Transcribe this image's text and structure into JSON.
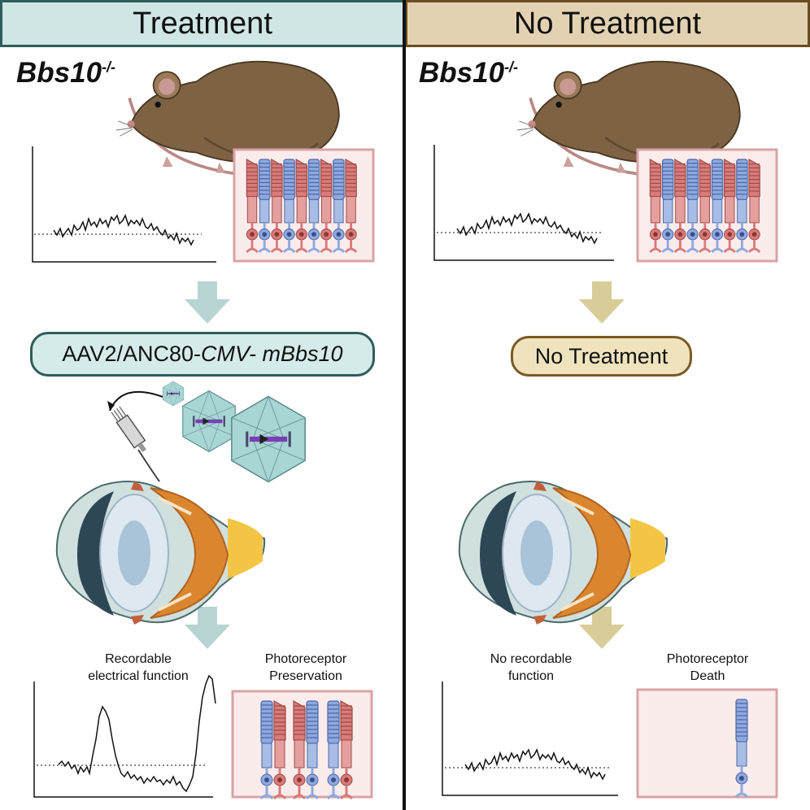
{
  "headers": {
    "left": "Treatment",
    "right": "No Treatment",
    "left_colors": {
      "fill": "#cfe6e4",
      "border": "#2f5d5a"
    },
    "right_colors": {
      "fill": "#e3d2b2",
      "border": "#6b4d22"
    }
  },
  "genotype": {
    "name": "Bbs10",
    "superscript": "-/-"
  },
  "treatment_pill": {
    "prefix": "AAV2/ANC80-",
    "promoter": "CMV-",
    "gene": " mBbs10"
  },
  "no_treatment_pill": {
    "label": "No Treatment"
  },
  "outcomes": {
    "left_function": [
      "Recordable",
      "electrical function"
    ],
    "left_photoreceptor": [
      "Photoreceptor",
      "Preservation"
    ],
    "right_function": [
      "No recordable",
      "function"
    ],
    "right_photoreceptor": [
      "Photoreceptor",
      "Death"
    ]
  },
  "icons": {
    "mouse": "mouse-icon",
    "eye": "eye-cross-section-icon",
    "virus": "aav-capsid-icon",
    "syringe": "injection-needle-icon",
    "rod": "rod-photoreceptor-icon",
    "cone": "cone-photoreceptor-icon",
    "arrow": "down-arrow-icon"
  },
  "colors": {
    "rod": "#8ea9df",
    "cone": "#d97b79",
    "arrow_treatment": "#b7d4d2",
    "arrow_no_treatment": "#d8cd99",
    "box_fill": "#fbecec",
    "box_border": "#d9a3a6"
  }
}
